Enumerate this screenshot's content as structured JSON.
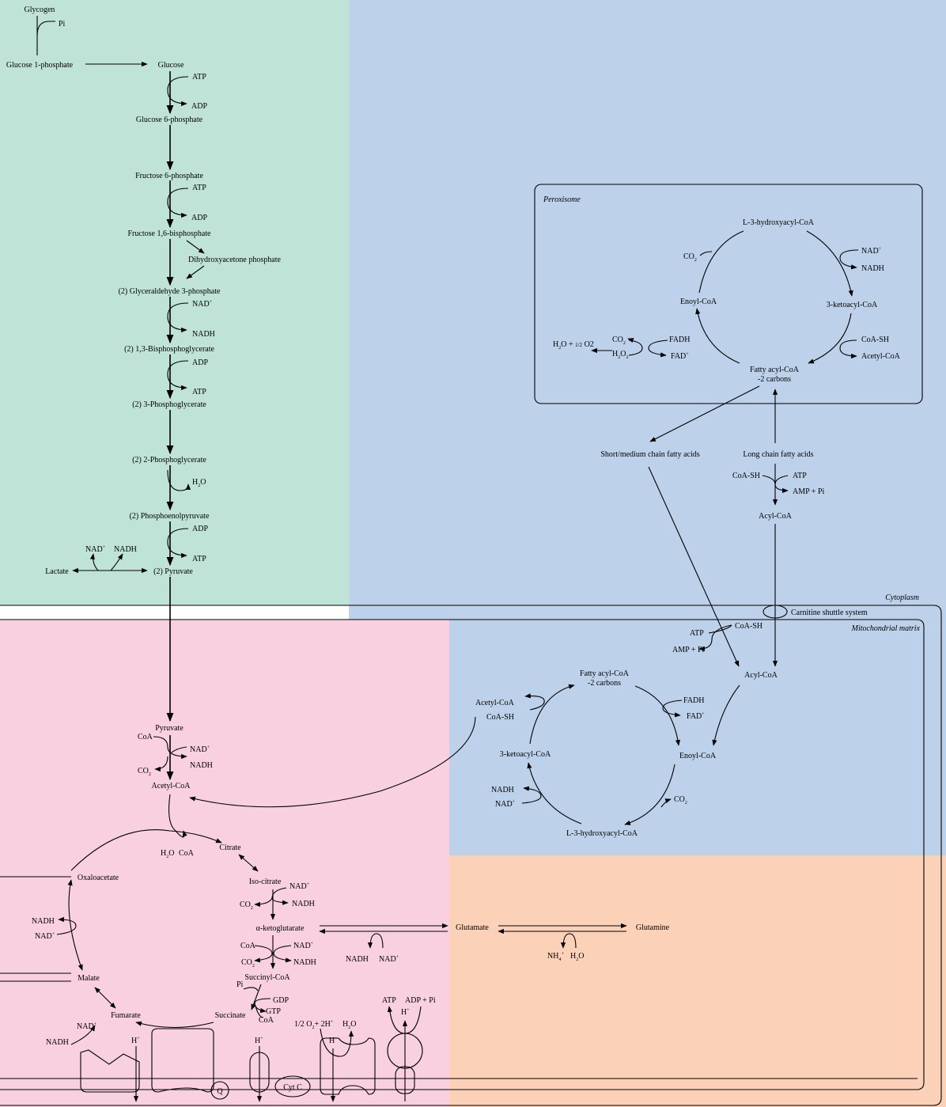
{
  "colors": {
    "cytoplasm_glycolysis": "#bfe3d6",
    "cytoplasm": "#bdd2ea",
    "mito_matrix_tca": "#f8d0df",
    "mito_matrix_beta": "#bdd2ea",
    "mito_amino": "#fbd2b8",
    "line": "#000000"
  },
  "compartments": {
    "peroxisome": "Peroxisome",
    "cytoplasm": "Cytoplasm",
    "mitochondrial_matrix": "Mitochondrial matrix",
    "carnitine_shuttle": "Carnitine shuttle system"
  },
  "glycolysis": {
    "glycogen": "Glycogen",
    "pi": "Pi",
    "glucose_1p": "Glucose 1-phosphate",
    "glucose": "Glucose",
    "atp_1": "ATP",
    "adp_1": "ADP",
    "glucose_6p": "Glucose 6-phosphate",
    "fructose_6p": "Fructose 6-phosphate",
    "atp_2": "ATP",
    "adp_2": "ADP",
    "fructose_16bp": "Fructose 1,6-bisphosphate",
    "dhap": "Dihydroxyacetone phosphate",
    "g3p": "(2) Glyceraldehyde 3-phosphate",
    "nad": "NAD",
    "nadh": "NADH",
    "bpg13": "(2) 1,3-Bisphosphoglycerate",
    "adp_3": "ADP",
    "atp_3": "ATP",
    "pg3": "(2) 3-Phosphoglycerate",
    "pg2": "(2) 2-Phosphoglycerate",
    "h2o": "H",
    "pep": "(2) Phosphoenolpyruvate",
    "adp_4": "ADP",
    "atp_4": "ATP",
    "lactate": "Lactate",
    "nad_lac": "NAD",
    "nadh_lac": "NADH",
    "pyruvate_cyto": "(2) Pyruvate"
  },
  "peroxisome_cycle": {
    "l3": "L-3-hydroxyacyl-CoA",
    "co2": "CO",
    "nad": "NAD",
    "nadh": "NADH",
    "enoyl": "Enoyl-CoA",
    "ketoacyl": "3-ketoacyl-CoA",
    "h2o_o2_a": "H",
    "h2o_o2_b": "O + ",
    "h2o_o2_c": "1/2",
    "h2o_o2_d": " O2",
    "co2_b": "CO",
    "h2o2": "H",
    "fadh": "FADH",
    "fad": "FAD",
    "coash": "CoA-SH",
    "acetylcoa": "Acetyl-CoA",
    "fatty_acyl": "Fatty acyl-CoA",
    "minus2": "-2 carbons"
  },
  "fatty_acids": {
    "short_medium": "Short/medium chain fatty acids",
    "long_chain": "Long chain fatty acids",
    "coash": "CoA-SH",
    "atp": "ATP",
    "amp_pi": "AMP + Pi",
    "acyl_coa": "Acyl-CoA"
  },
  "mito_beta": {
    "atp": "ATP",
    "coash_top": "CoA-SH",
    "amp_pi": "AMP + Pi",
    "acyl_coa": "Acyl-CoA",
    "fatty_acyl": "Fatty acyl-CoA",
    "minus2": "-2 carbons",
    "acetyl": "Acetyl-CoA",
    "coash": "CoA-SH",
    "fadh": "FADH",
    "fad": "FAD",
    "ketoacyl": "3-ketoacyl-CoA",
    "enoyl": "Enoyl-CoA",
    "nadh": "NADH",
    "nad": "NAD",
    "co2": "CO",
    "l3": "L-3-hydroxyacyl-CoA"
  },
  "tca": {
    "pyruvate": "Pyruvate",
    "coa": "CoA",
    "nad": "NAD",
    "nadh": "NADH",
    "co2": "CO",
    "acetyl": "Acetyl-CoA",
    "h2o": "H",
    "coa2": "CoA",
    "citrate": "Citrate",
    "oxaloacetate": "Oxaloacetate",
    "isocitrate": "Iso-citrate",
    "nad2": "NAD",
    "co2_2": "CO",
    "nadh2": "NADH",
    "nadh_l": "NADH",
    "nad_l": "NAD",
    "akg": "α-ketoglutarate",
    "coa3": "CoA",
    "nad3": "NAD",
    "co2_3": "CO",
    "nadh3": "NADH",
    "malate": "Malate",
    "succinyl": "Succinyl-CoA",
    "pi": "Pi",
    "gdp": "GDP",
    "gtp": "GTP",
    "coa4": "CoA",
    "fumarate": "Fumarate",
    "succinate": "Succinate"
  },
  "amino": {
    "glutamate": "Glutamate",
    "glutamine": "Glutamine",
    "nadh": "NADH",
    "nad": "NAD",
    "nh4": "NH",
    "h2o": "H"
  },
  "etc": {
    "nad": "NAD",
    "nadh": "NADH",
    "hplus": "H",
    "hplus2": "H",
    "half_o2": "1/2 O",
    "two_h": "+ 2H",
    "h2o": "H",
    "hplus3": "H",
    "atp": "ATP",
    "adp_pi": "ADP + Pi",
    "hplus4": "H",
    "q": "Q",
    "cytc": "Cyt C"
  },
  "sub": {
    "two": "2",
    "four": "4",
    "plus": "+"
  }
}
